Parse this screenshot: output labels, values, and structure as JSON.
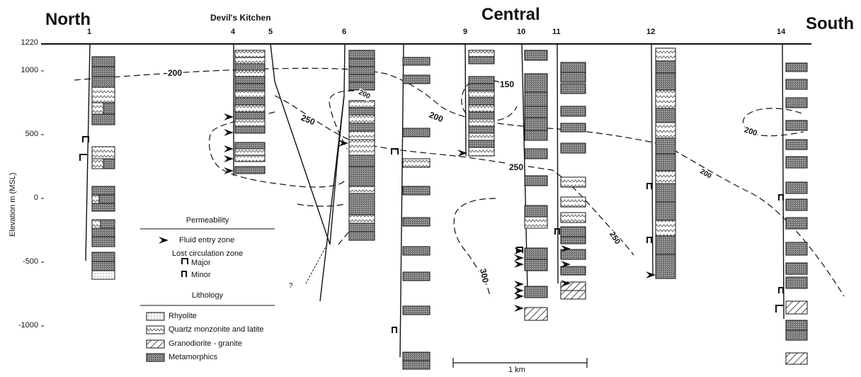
{
  "regions": {
    "north": "North",
    "central": "Central",
    "south": "South",
    "devils_kitchen": "Devil's Kitchen"
  },
  "wells": [
    "1",
    "4",
    "5",
    "6",
    "9",
    "10",
    "11",
    "12",
    "14"
  ],
  "elevation_axis": {
    "title": "Elevation m (MSL)",
    "ticks": [
      "1220",
      "1000",
      "500",
      "0",
      "-500",
      "-1000"
    ]
  },
  "isotherms": [
    "200",
    "250",
    "200",
    "150",
    "200",
    "200",
    "250",
    "200",
    "250",
    "300"
  ],
  "legend": {
    "permeability_title": "Permeability",
    "fluid_entry": "Fluid entry zone",
    "lost_circulation": "Lost circulation zone",
    "major": "Major",
    "minor": "Minor",
    "lithology_title": "Lithology",
    "rhyolite": "Rhyolite",
    "quartz": "Quartz monzonite and latite",
    "granodiorite": "Granodiorite - granite",
    "metamorphics": "Metamorphics"
  },
  "scale": {
    "label": "1 km"
  },
  "small_marks": [
    "?"
  ]
}
